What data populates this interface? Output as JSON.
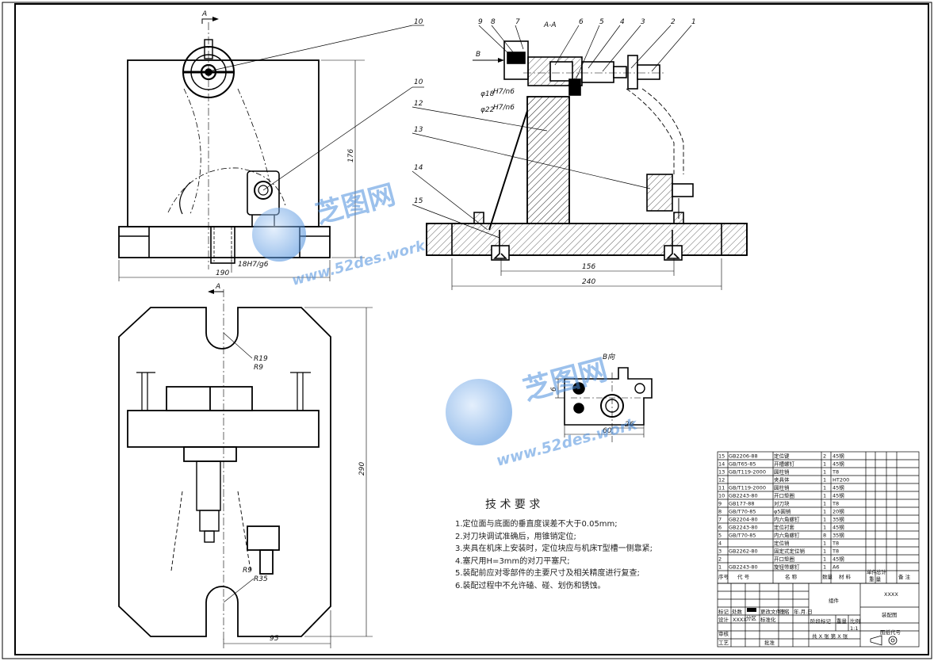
{
  "sheet": {
    "label": "Fixture assembly drawing"
  },
  "views": {
    "section_label": "A-A",
    "section_mark": "A",
    "view_b_mark": "B",
    "view_b_title": "B向"
  },
  "balloons": [
    "1",
    "2",
    "3",
    "4",
    "5",
    "6",
    "7",
    "8",
    "9",
    "10",
    "10",
    "12",
    "13",
    "14",
    "15"
  ],
  "dimensions": {
    "front_height": "176",
    "front_width": "190",
    "front_fit": "18H7/g6",
    "section_span": "156",
    "section_width": "240",
    "fit_18": "φ18",
    "fit_18_tol": "H7/n6",
    "fit_22": "φ22",
    "fit_22_tol": "H7/n6",
    "top_height": "290",
    "top_width": "95",
    "r19": "R19",
    "r9": "R9",
    "r9b": "R9",
    "r35": "R35",
    "b_height": "6",
    "b_width": "60",
    "b_offset": "26"
  },
  "tech": {
    "title": "技 术 要 求",
    "items": [
      "1.定位面与底面的垂直度误差不大于0.05mm;",
      "2.对刀块调试准确后，用锥销定位;",
      "3.夹具在机床上安装时，定位块应与机床T型槽一侧靠紧;",
      "4.塞尺用H=3mm的对刀平塞尺;",
      "5.装配前应对零部件的主要尺寸及相关精度进行复查;",
      "6.装配过程中不允许磕、碰、划伤和锈蚀。"
    ]
  },
  "bom": {
    "rows": [
      {
        "no": "15",
        "code": "GB2206-88",
        "name": "定位键",
        "qty": "2",
        "mat": "45钢"
      },
      {
        "no": "14",
        "code": "GB/T65-85",
        "name": "开槽螺钉",
        "qty": "1",
        "mat": "45钢"
      },
      {
        "no": "13",
        "code": "GB/T119-2000",
        "name": "圆柱销",
        "qty": "1",
        "mat": "T8"
      },
      {
        "no": "12",
        "code": "",
        "name": "夹具体",
        "qty": "1",
        "mat": "HT200"
      },
      {
        "no": "11",
        "code": "GB/T119-2000",
        "name": "圆柱销",
        "qty": "1",
        "mat": "45钢"
      },
      {
        "no": "10",
        "code": "GB2243-80",
        "name": "开口垫圈",
        "qty": "1",
        "mat": "45钢"
      },
      {
        "no": "9",
        "code": "GB177-88",
        "name": "对刀块",
        "qty": "1",
        "mat": "T8"
      },
      {
        "no": "8",
        "code": "GB/T70-85",
        "name": "φ5圆销",
        "qty": "1",
        "mat": "20钢"
      },
      {
        "no": "7",
        "code": "GB2204-80",
        "name": "内六角螺钉",
        "qty": "1",
        "mat": "35钢"
      },
      {
        "no": "6",
        "code": "GB2243-80",
        "name": "定位衬套",
        "qty": "1",
        "mat": "45钢"
      },
      {
        "no": "5",
        "code": "GB/T70-85",
        "name": "内六角螺钉",
        "qty": "8",
        "mat": "35钢"
      },
      {
        "no": "4",
        "code": "",
        "name": "定位销",
        "qty": "1",
        "mat": "T8"
      },
      {
        "no": "3",
        "code": "GB2262-80",
        "name": "固定式定位销",
        "qty": "1",
        "mat": "T8"
      },
      {
        "no": "2",
        "code": "",
        "name": "开口垫圈",
        "qty": "1",
        "mat": "45钢"
      },
      {
        "no": "1",
        "code": "GB2243-80",
        "name": "旋钮带螺钉",
        "qty": "1",
        "mat": "A6"
      }
    ],
    "header": {
      "no": "序号",
      "code": "代 号",
      "name": "名 称",
      "qty": "数量",
      "mat": "材 料",
      "unit": "单件",
      "total": "总计",
      "weight": "重 量",
      "remark": "备 注"
    }
  },
  "title_block": {
    "part": "组件",
    "drawing_no": "XXXX",
    "drawing_name": "装配图",
    "scale_label": "比例",
    "scale": "1:1",
    "weight_label": "重量",
    "stage_label": "阶段标记",
    "sheet_text": "共 X 张    第 X 张",
    "code_label": "图纸代号",
    "design": "设计",
    "designer": "XXXX",
    "approve": "审核",
    "process": "工艺",
    "standard": "标准化",
    "mark": "标记",
    "count": "处数",
    "zone": "分区",
    "file": "更改文件号",
    "sign": "签名",
    "date": "年.月.日",
    "ratify": "批准"
  },
  "watermark": {
    "brand": "芝图网",
    "url": "www.52des.work"
  }
}
